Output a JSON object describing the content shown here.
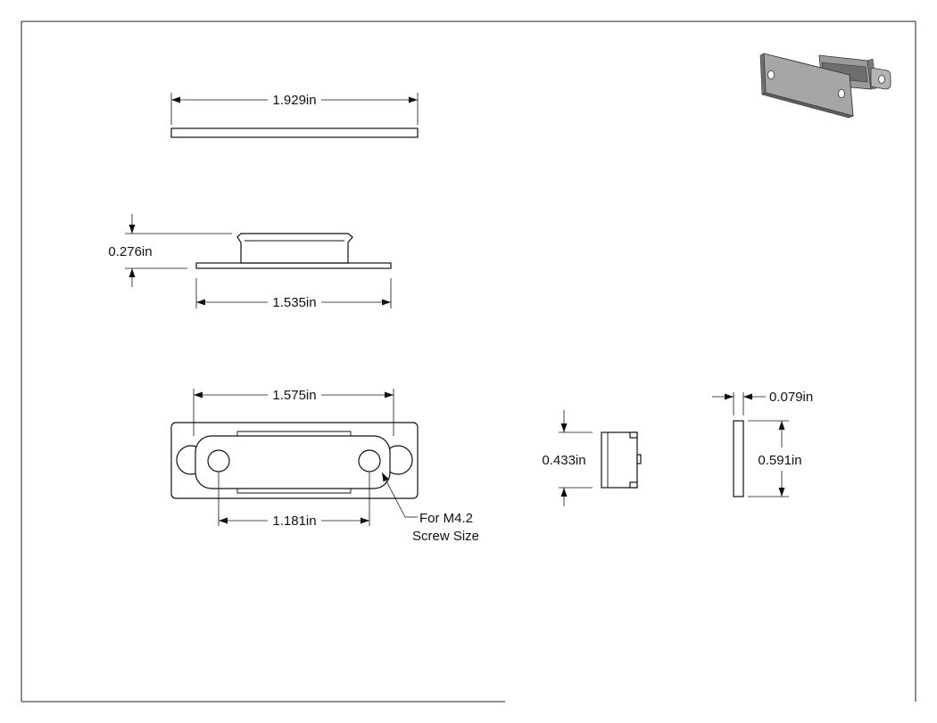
{
  "dimensions": {
    "top_width": "1.929in",
    "side_height": "0.276in",
    "side_width": "1.535in",
    "plan_width": "1.575in",
    "hole_spacing": "1.181in",
    "catch_height": "0.433in",
    "plate_thickness": "0.079in",
    "plate_height": "0.591in"
  },
  "notes": {
    "screw_line1": "For M4.2",
    "screw_line2": "Screw Size"
  }
}
